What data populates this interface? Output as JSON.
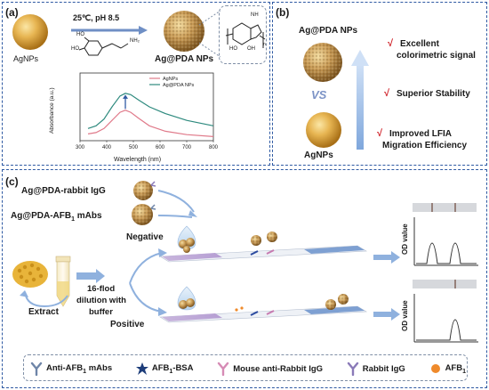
{
  "panel_a": {
    "label": "(a)",
    "condition": "25℃, pH 8.5",
    "left_np": "AgNPs",
    "right_np": "Ag@PDA NPs",
    "monomer_nh2": "NH₂",
    "monomer_ho1": "HO",
    "monomer_ho2": "HO",
    "pda_nh": "NH",
    "pda_ho1": "HO",
    "pda_oh": "OH",
    "pda_n": "n"
  },
  "spectrum": {
    "ylabel": "Absorbance (a.u.)",
    "xlabel": "Wavelength (nm)",
    "xticks": [
      "300",
      "400",
      "500",
      "600",
      "700",
      "800"
    ],
    "legend": [
      {
        "name": "AgNPs",
        "color": "#e07a8a"
      },
      {
        "name": "Ag@PDA NPs",
        "color": "#2e8a7e"
      }
    ]
  },
  "chart_data": {
    "type": "line",
    "xlabel": "Wavelength (nm)",
    "ylabel": "Absorbance (a.u.)",
    "xlim": [
      300,
      800
    ],
    "series": [
      {
        "name": "AgNPs",
        "x": [
          330,
          360,
          390,
          420,
          450,
          470,
          490,
          520,
          560,
          620,
          700,
          800
        ],
        "y": [
          0.1,
          0.12,
          0.18,
          0.3,
          0.42,
          0.45,
          0.42,
          0.33,
          0.22,
          0.14,
          0.09,
          0.06
        ]
      },
      {
        "name": "Ag@PDA NPs",
        "x": [
          330,
          360,
          390,
          420,
          450,
          470,
          490,
          520,
          560,
          620,
          700,
          800
        ],
        "y": [
          0.18,
          0.22,
          0.32,
          0.5,
          0.66,
          0.7,
          0.68,
          0.6,
          0.5,
          0.4,
          0.3,
          0.22
        ]
      }
    ]
  },
  "panel_b": {
    "label": "(b)",
    "top_np": "Ag@PDA NPs",
    "vs": "VS",
    "bottom_np": "AgNPs",
    "check": "√",
    "advantages": [
      "Excellent colorimetric signal",
      "Superior Stability",
      "Improved LFIA Migration Efficiency"
    ]
  },
  "panel_c": {
    "label": "(c)",
    "probe1": "Ag@PDA-rabbit IgG",
    "probe2_prefix": "Ag@PDA-AFB",
    "probe2_sub": "1",
    "probe2_suffix": " mAbs",
    "negative": "Negative",
    "positive": "Positive",
    "extract": "Extract",
    "dilution": [
      "16-flod",
      "dilution with",
      "buffer"
    ],
    "od_label": "OD value"
  },
  "legend_c": [
    {
      "name": "legend-anti-afb1",
      "label_prefix": "Anti-AFB",
      "sub": "1",
      "label_suffix": " mAbs",
      "color": "#6e85a8"
    },
    {
      "name": "legend-afb1-bsa",
      "label_prefix": "AFB",
      "sub": "1",
      "label_suffix": "-BSA",
      "color": "#1d3d7a"
    },
    {
      "name": "legend-mouse-anti-rabbit",
      "label_prefix": "Mouse anti-Rabbit IgG",
      "sub": "",
      "label_suffix": "",
      "color": "#d68bb5"
    },
    {
      "name": "legend-rabbit-igg",
      "label_prefix": "Rabbit IgG",
      "sub": "",
      "label_suffix": "",
      "color": "#8a7ab8"
    },
    {
      "name": "legend-afb1",
      "label_prefix": "AFB",
      "sub": "1",
      "label_suffix": "",
      "color": "#ef8a2b"
    }
  ]
}
